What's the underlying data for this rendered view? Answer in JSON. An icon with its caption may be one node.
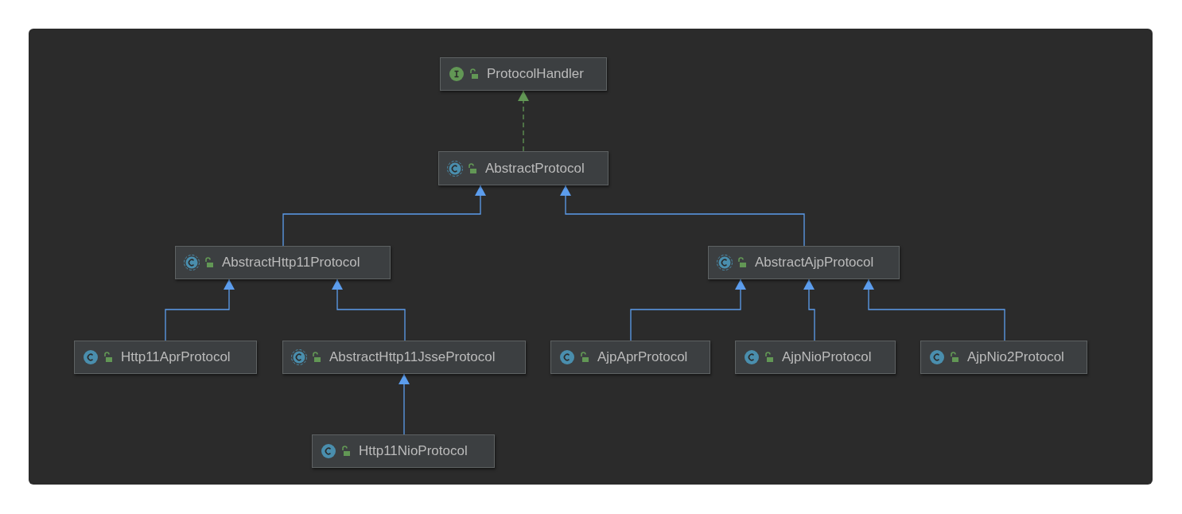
{
  "diagram": {
    "nodes": [
      {
        "text": [
          "ProtocolHandler"
        ]
      },
      {
        "text": [
          "AbstractProtocol"
        ]
      },
      {
        "text": [
          "AbstractHttp11Protocol"
        ]
      },
      {
        "text": [
          "AbstractAjpProtocol"
        ]
      },
      {
        "text": [
          "Http11AprProtocol"
        ]
      },
      {
        "text": [
          "AbstractHttp11JsseProtocol"
        ]
      },
      {
        "text": [
          "AjpAprProtocol"
        ]
      },
      {
        "text": [
          "AjpNioProtocol"
        ]
      },
      {
        "text": [
          "AjpNio2Protocol"
        ]
      },
      {
        "text": [
          "Http11NioProtocol"
        ]
      }
    ],
    "edges": [
      {
        "from": 1,
        "to": 0,
        "arrow": "to",
        "style": "dashed",
        "color": "#629755"
      },
      {
        "from": 2,
        "to": 1,
        "arrow": "to"
      },
      {
        "from": 3,
        "to": 1,
        "arrow": "to"
      },
      {
        "from": 4,
        "to": 2,
        "arrow": "to"
      },
      {
        "from": 5,
        "to": 2,
        "arrow": "to"
      },
      {
        "from": 6,
        "to": 3,
        "arrow": "to"
      },
      {
        "from": 7,
        "to": 3,
        "arrow": "to"
      },
      {
        "from": 8,
        "to": 3,
        "arrow": "to"
      },
      {
        "from": 9,
        "to": 5,
        "arrow": "to"
      }
    ]
  }
}
